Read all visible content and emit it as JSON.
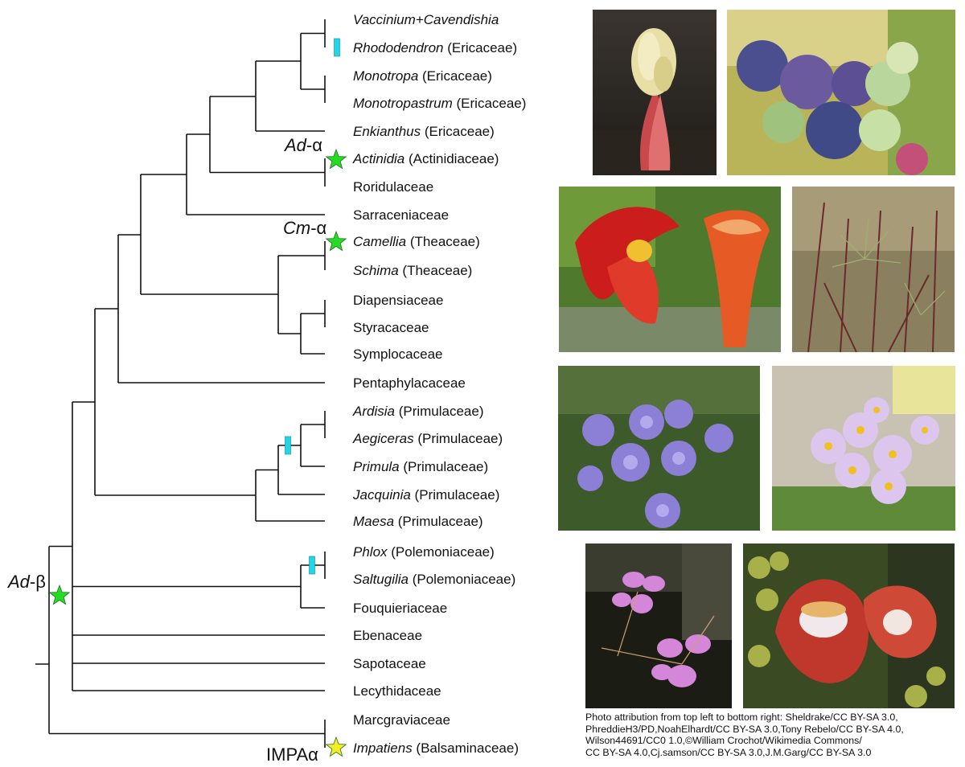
{
  "taxa": [
    {
      "name": "Vaccinium+Cavendishia",
      "family": ""
    },
    {
      "name": "Rhododendron",
      "family": "(Ericaceae)"
    },
    {
      "name": "Monotropa",
      "family": "(Ericaceae)"
    },
    {
      "name": "Monotropastrum",
      "family": "(Ericaceae)"
    },
    {
      "name": "Enkianthus",
      "family": "(Ericaceae)"
    },
    {
      "name": "Actinidia",
      "family": "(Actinidiaceae)"
    },
    {
      "name": "",
      "family": "Roridulaceae"
    },
    {
      "name": "",
      "family": "Sarraceniaceae"
    },
    {
      "name": "Camellia",
      "family": "(Theaceae)"
    },
    {
      "name": "Schima",
      "family": "(Theaceae)"
    },
    {
      "name": "",
      "family": "Diapensiaceae"
    },
    {
      "name": "",
      "family": "Styracaceae"
    },
    {
      "name": "",
      "family": "Symplocaceae"
    },
    {
      "name": "",
      "family": "Pentaphylacaceae"
    },
    {
      "name": "Ardisia",
      "family": "(Primulaceae)"
    },
    {
      "name": "Aegiceras",
      "family": "(Primulaceae)"
    },
    {
      "name": "Primula",
      "family": "(Primulaceae)"
    },
    {
      "name": "Jacquinia",
      "family": "(Primulaceae)"
    },
    {
      "name": "Maesa",
      "family": "(Primulaceae)"
    },
    {
      "name": "Phlox",
      "family": "(Polemoniaceae)"
    },
    {
      "name": "Saltugilia",
      "family": "(Polemoniaceae)"
    },
    {
      "name": "",
      "family": "Fouquieriaceae"
    },
    {
      "name": "",
      "family": "Ebenaceae"
    },
    {
      "name": "",
      "family": "Sapotaceae"
    },
    {
      "name": "",
      "family": "Lecythidaceae"
    },
    {
      "name": "",
      "family": "Marcgraviaceae"
    },
    {
      "name": "Impatiens",
      "family": "(Balsaminaceae)"
    }
  ],
  "wgd_events": [
    {
      "label_italic": "Ad",
      "label_rest": "-α",
      "star_color": "#22dd22"
    },
    {
      "label_italic": "Cm",
      "label_rest": "-α",
      "star_color": "#22dd22"
    },
    {
      "label_italic": "Ad",
      "label_rest": "-β",
      "star_color": "#22dd22"
    },
    {
      "label_italic": "",
      "label_rest": "IMPAα",
      "star_color": "#f2ee22"
    }
  ],
  "marker_color": "#22d6e6",
  "photo_names": [
    "monotropa-photo",
    "blueberry-photo",
    "sarracenia-photo",
    "roridula-photo",
    "phlox-photo",
    "primula-photo",
    "saltugilia-photo",
    "couroupita-photo"
  ],
  "attribution": [
    "Photo attribution from top left to bottom right: Sheldrake/CC BY-SA 3.0,",
    "PhreddieH3/PD,NoahElhardt/CC BY-SA 3.0,Tony Rebelo/CC BY-SA 4.0,",
    "Wilson44691/CC0 1.0,©William Crochot/Wikimedia Commons/",
    "CC BY-SA 4.0,Cj.samson/CC BY-SA 3.0,J.M.Garg/CC BY-SA 3.0"
  ]
}
